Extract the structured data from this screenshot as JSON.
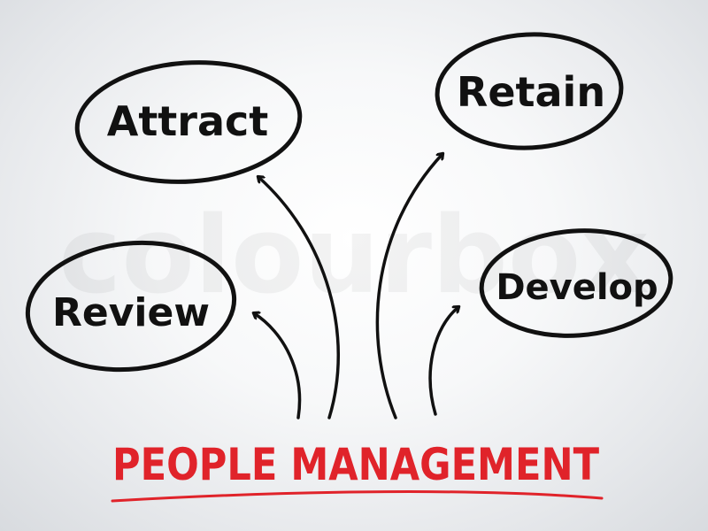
{
  "diagram": {
    "title": "PEOPLE MANAGEMENT",
    "nodes": [
      {
        "id": "attract",
        "label": "Attract"
      },
      {
        "id": "retain",
        "label": "Retain"
      },
      {
        "id": "review",
        "label": "Review"
      },
      {
        "id": "develop",
        "label": "Develop"
      }
    ],
    "edges": [
      {
        "from": "PEOPLE MANAGEMENT",
        "to": "attract"
      },
      {
        "from": "PEOPLE MANAGEMENT",
        "to": "retain"
      },
      {
        "from": "PEOPLE MANAGEMENT",
        "to": "review"
      },
      {
        "from": "PEOPLE MANAGEMENT",
        "to": "develop"
      }
    ],
    "watermark": "colourbox",
    "colors": {
      "title": "#e0232a",
      "ink": "#111111"
    }
  }
}
